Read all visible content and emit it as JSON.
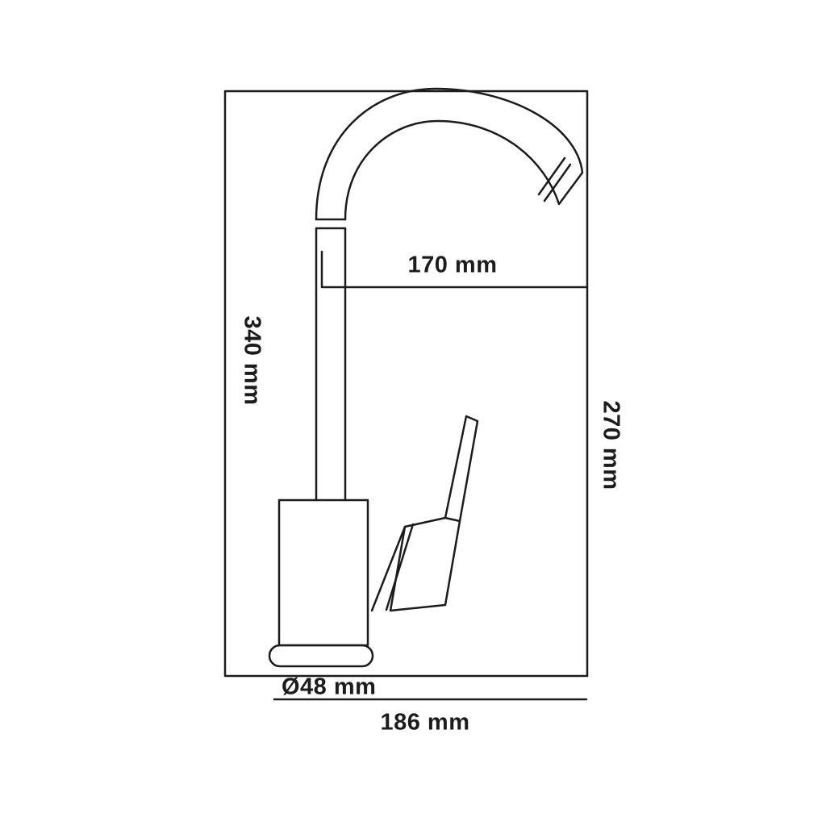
{
  "page": {
    "background_color": "#ffffff",
    "line_color": "#1c1c1c"
  },
  "diagram": {
    "subject": "faucet-technical-drawing-side-view",
    "labels": {
      "spout_reach": "170 mm",
      "total_height_left": "340 mm",
      "spout_height_right": "270 mm",
      "base_diameter": "Ø48 mm",
      "overall_width_bottom": "186 mm"
    }
  }
}
